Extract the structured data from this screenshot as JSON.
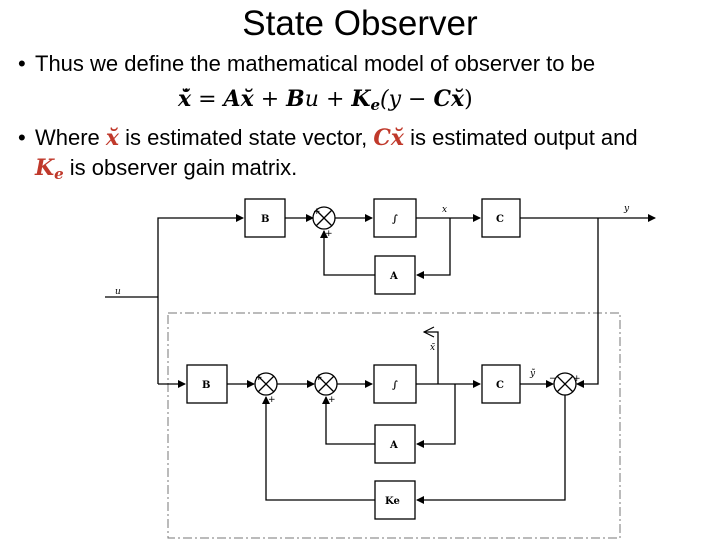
{
  "title": "State Observer",
  "bullets": [
    {
      "marker": "•",
      "text": "Thus we define the mathematical model of observer to be"
    },
    {
      "marker": "•",
      "parts": [
        "Where ",
        "x̆",
        " is estimated state vector, ",
        "Cx̆",
        " is estimated output and"
      ],
      "line2": [
        "K",
        "e",
        " is observer gain matrix."
      ]
    }
  ],
  "equation": {
    "lhs": "x̆̇",
    "eq": " = ",
    "t1": "A",
    "t1b": "x̆",
    "plus1": " + ",
    "t2": "B",
    "t2b": "u",
    "plus2": " + ",
    "t3": "K",
    "t3sub": "e",
    "paren": "(y − ",
    "t4": "C",
    "t4b": "x̆",
    "close": ")"
  },
  "diagram": {
    "blocks": {
      "plant_B": "B",
      "plant_int": "∫",
      "plant_C": "C",
      "plant_A": "A",
      "obs_B": "B",
      "obs_int": "∫",
      "obs_C": "C",
      "obs_A": "A",
      "obs_Ke": "Ke"
    },
    "signals": {
      "u": "u",
      "x": "x",
      "y": "y",
      "x_hat": "x̃",
      "y_hat": "ỹ"
    },
    "signs": {
      "plus": "+",
      "minus": "−"
    }
  },
  "colors": {
    "accent": "#c0392b"
  }
}
